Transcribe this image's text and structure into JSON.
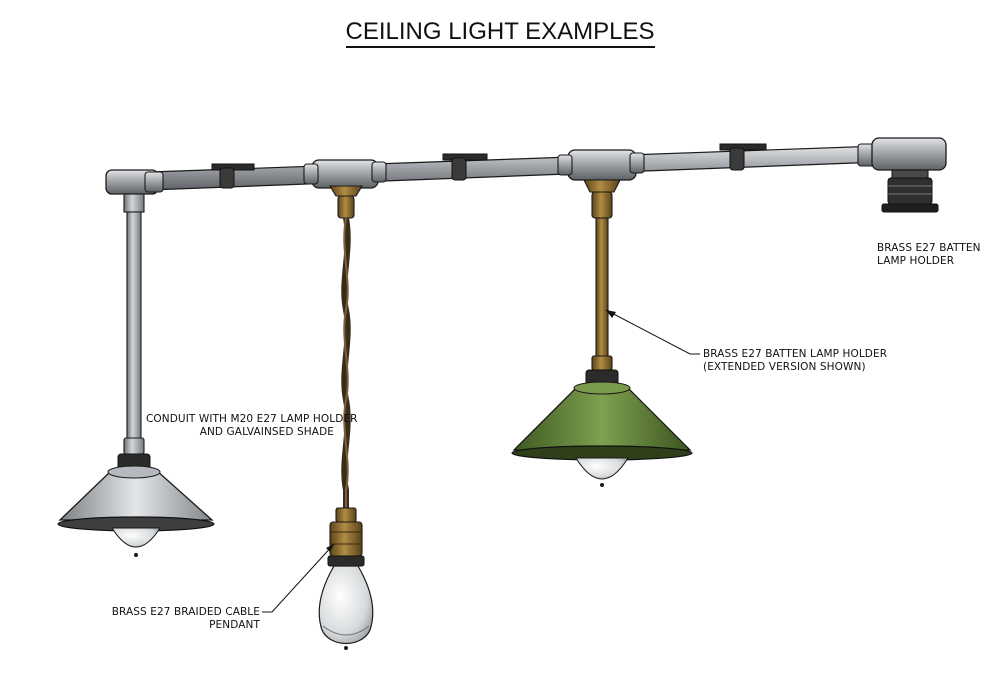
{
  "title": "CEILING LIGHT EXAMPLES",
  "labels": {
    "batten_top": [
      "BRASS E27 BATTEN",
      "LAMP HOLDER"
    ],
    "batten_extended": [
      "BRASS E27 BATTEN LAMP HOLDER",
      "(EXTENDED VERSION SHOWN)"
    ],
    "conduit": [
      "CONDUIT WITH M20 E27 LAMP HOLDER",
      "AND GALVAINSED SHADE"
    ],
    "braided": [
      "BRASS E27 BRAIDED CABLE",
      "PENDANT"
    ]
  },
  "colors": {
    "pipe": "#9a9ea2",
    "brass": "#8a6b2e",
    "green_shade": "#5b7a35",
    "galvanised_shade": "#b9bdc1",
    "bulb": "#dfe2e4",
    "outline": "#1a1a1a"
  }
}
